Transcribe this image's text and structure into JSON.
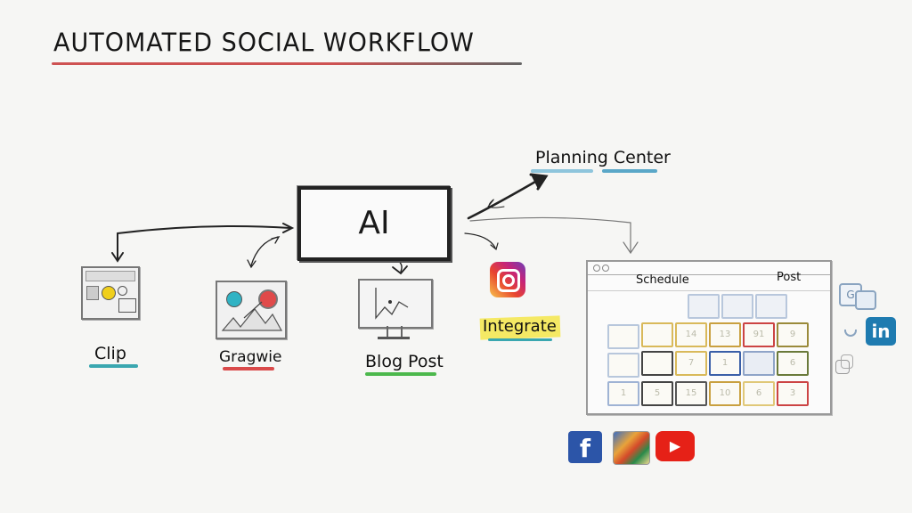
{
  "title": "AUTOMATED SOCIAL WORKFLOW",
  "center_node": {
    "label": "AI"
  },
  "nodes": [
    {
      "id": "clip",
      "label": "Clip",
      "underline_color": "#3aa7b0"
    },
    {
      "id": "graphic",
      "label": "Gragwie",
      "underline_color": "#d94a4a"
    },
    {
      "id": "blog",
      "label": "Blog Post",
      "underline_color": "#4cb84c"
    },
    {
      "id": "integrate",
      "label": "Integrate",
      "highlight_color": "#f4e64a",
      "underline_color": "#3aa7b0"
    },
    {
      "id": "planning",
      "label": "Planning Center",
      "underline_color": "#5aa7c8"
    }
  ],
  "schedule_window": {
    "header_left": "Schedule",
    "header_right": "Post",
    "rows": [
      [
        {
          "v": "",
          "c": "#b8c7dc"
        },
        {
          "v": "",
          "c": "#b8c7dc"
        },
        {
          "v": "",
          "c": "#b8c7dc"
        }
      ],
      [
        {
          "v": "",
          "c": "#b8c7dc"
        },
        {
          "v": "",
          "c": "#d9b95a"
        },
        {
          "v": "14",
          "c": "#d9b95a"
        },
        {
          "v": "13",
          "c": "#c9a040"
        },
        {
          "v": "91",
          "c": "#cc4444"
        },
        {
          "v": "9",
          "c": "#9a8a3a"
        }
      ],
      [
        {
          "v": "",
          "c": "#b8c7dc"
        },
        {
          "v": "",
          "c": "#444444"
        },
        {
          "v": "7",
          "c": "#d9b95a"
        },
        {
          "v": "1",
          "c": "#3a5fa8"
        },
        {
          "v": "",
          "c": "#8fa4c8"
        },
        {
          "v": "6",
          "c": "#6a7a3a"
        }
      ],
      [
        {
          "v": "1",
          "c": "#9fb3d4"
        },
        {
          "v": "5",
          "c": "#444444"
        },
        {
          "v": "15",
          "c": "#555555"
        },
        {
          "v": "10",
          "c": "#c9a040"
        },
        {
          "v": "6",
          "c": "#e0c878"
        },
        {
          "v": "3",
          "c": "#cc4444"
        }
      ]
    ]
  },
  "social_icons": [
    {
      "name": "instagram",
      "glyph": "◎"
    },
    {
      "name": "linkedin",
      "glyph": "in"
    },
    {
      "name": "facebook",
      "glyph": "f"
    },
    {
      "name": "photos-app",
      "glyph": ""
    },
    {
      "name": "youtube",
      "glyph": "▶"
    },
    {
      "name": "translate",
      "glyph": "G"
    }
  ]
}
